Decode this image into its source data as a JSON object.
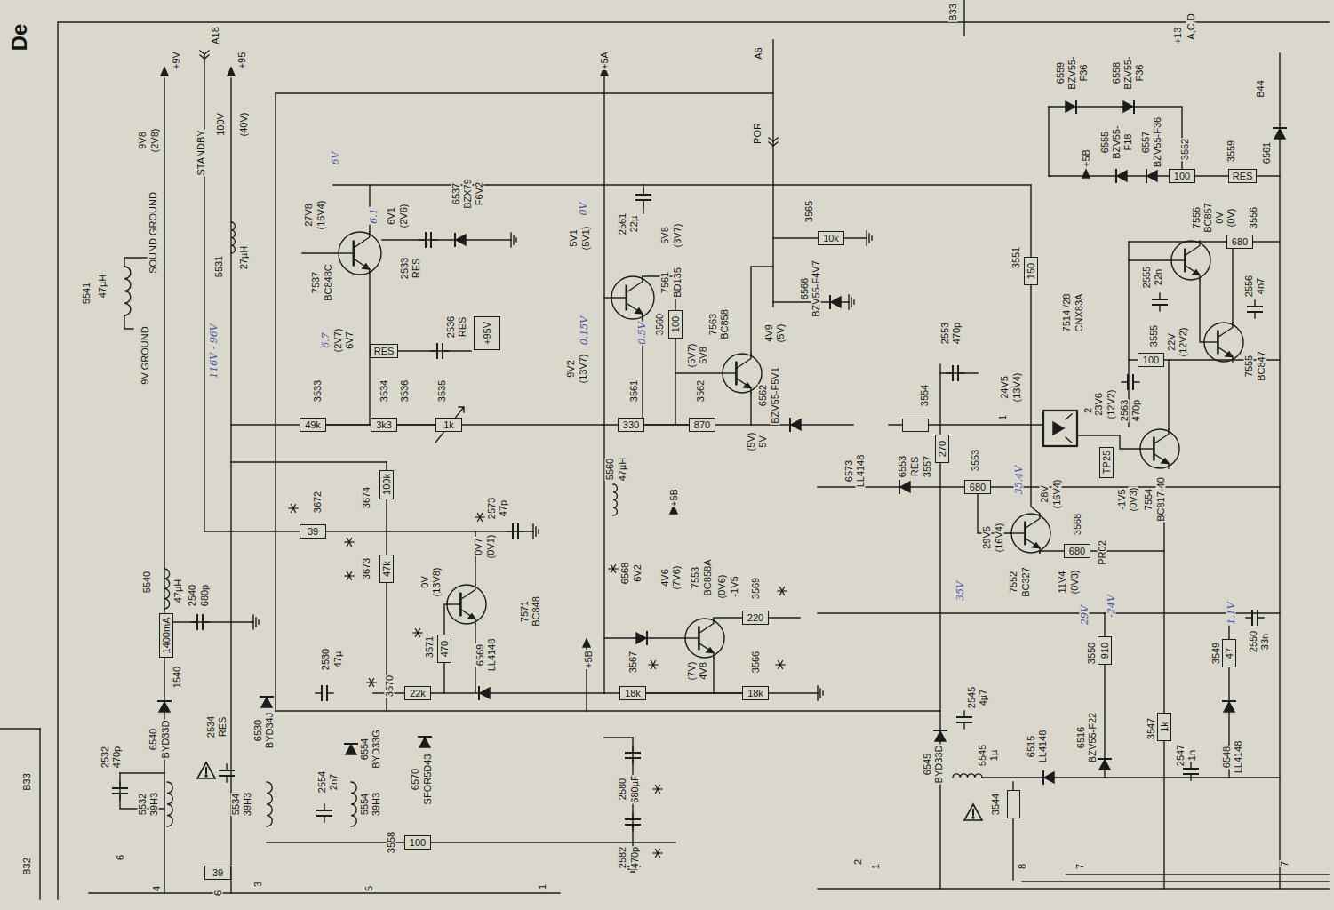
{
  "diagram": {
    "nodes": [
      {
        "text": [
          "+95V"
        ]
      },
      {
        "text": [
          "3533",
          "49k"
        ]
      },
      {
        "text": [
          "3534",
          "3k3"
        ]
      },
      {
        "text": [
          "3536",
          "RES"
        ]
      },
      {
        "text": [
          "3535",
          "1k"
        ]
      },
      {
        "text": [
          "3672",
          "39"
        ]
      },
      {
        "text": [
          "3674",
          "100k"
        ]
      },
      {
        "text": [
          "3673",
          "47k"
        ]
      },
      {
        "text": [
          "1540",
          "1400mA"
        ]
      },
      {
        "text": [
          "3571",
          "470"
        ]
      },
      {
        "text": [
          "3570",
          "22k"
        ]
      },
      {
        "text": [
          "3558",
          "100"
        ]
      },
      {
        "text": [
          "39"
        ]
      },
      {
        "text": [
          "3561",
          "330"
        ]
      },
      {
        "text": [
          "3562",
          "870"
        ]
      },
      {
        "text": [
          "3560",
          "100"
        ]
      },
      {
        "text": [
          "3565",
          "10k"
        ]
      },
      {
        "text": [
          "3569",
          "220"
        ]
      },
      {
        "text": [
          "3567",
          "18k"
        ]
      },
      {
        "text": [
          "3566",
          "18k"
        ]
      },
      {
        "text": [
          "3551",
          "150"
        ]
      },
      {
        "text": [
          "3554"
        ]
      },
      {
        "text": [
          "3557",
          "270"
        ]
      },
      {
        "text": [
          "3553",
          "680"
        ]
      },
      {
        "text": [
          "3568",
          "680"
        ]
      },
      {
        "text": [
          "TP25"
        ]
      },
      {
        "text": [
          "3550",
          "910"
        ]
      },
      {
        "text": [
          "3547",
          "1k"
        ]
      },
      {
        "text": [
          "3549",
          "47"
        ]
      },
      {
        "text": [
          "3555",
          "100"
        ]
      },
      {
        "text": [
          "3552",
          "100"
        ]
      },
      {
        "text": [
          "3559",
          "RES"
        ]
      },
      {
        "text": [
          "3556",
          "680"
        ]
      },
      {
        "text": [
          "3544"
        ]
      }
    ],
    "edges": [
      {
        "from": 1,
        "to": 2,
        "arrow": "none"
      },
      {
        "from": 2,
        "to": 4,
        "arrow": "none"
      },
      {
        "from": 13,
        "to": 14,
        "arrow": "none"
      },
      {
        "from": 18,
        "to": 19,
        "arrow": "none"
      }
    ],
    "labels": [
      "De",
      "B33",
      "B32",
      "+9V",
      "9V8",
      "(2V8)",
      "A18",
      "STANDBY",
      "+95",
      "100V",
      "(40V)",
      "5541",
      "47µH",
      "9V GROUND",
      "SOUND GROUND",
      "5531",
      "27µH",
      "27V8",
      "(16V4)",
      "7537",
      "BC848C",
      "6V",
      "6.1",
      "6V1",
      "(2V6)",
      "2533",
      "RES",
      "6537",
      "BZX79",
      "F6V2",
      "6V7",
      "(2V7)",
      "6.7",
      "2536",
      "RES",
      "116V - 96V",
      "5540",
      "47µH",
      "2540",
      "680p",
      "2532",
      "470p",
      "6540",
      "BYD33D",
      "5532",
      "39H3",
      "2534",
      "RES",
      "6530",
      "BYD34J",
      "5534",
      "39H3",
      "2530",
      "47µ",
      "2554",
      "2n7",
      "6554",
      "BYD33G",
      "5554",
      "39H3",
      "6570",
      "SFOR5D43",
      "2580",
      "680µF",
      "2582",
      "470p",
      "6569",
      "LL4148",
      "7571",
      "BC848",
      "0V7",
      "(0V1)",
      "0V",
      "(13V8)",
      "2573",
      "47p",
      "+5B",
      "6",
      "4",
      "6",
      "3",
      "5",
      "1",
      "2",
      "1",
      "8",
      "7",
      "7",
      "+5A",
      "A6",
      "POR",
      "9V2",
      "(13V7)",
      "0.15V",
      "5V1",
      "(5V1)",
      "0V",
      "2561",
      "22µ",
      "7561",
      "BD135",
      "5V8",
      "(3V7)",
      "0.5V",
      "(5V7)",
      "5V8",
      "7563",
      "BC858",
      "4V9",
      "(5V)",
      "6562",
      "BZV55-F5V1",
      "(5V)",
      "5V",
      "6566",
      "BZV55-F4V7",
      "5560",
      "47µH",
      "+5B",
      "6568",
      "6V2",
      "4V6",
      "(7V6)",
      "7553",
      "BC858A",
      "(0V6)",
      "-1V5",
      "(7V)",
      "4V8",
      "B33",
      "+13",
      "A,C,D",
      "B44",
      "6559",
      "BZV55-",
      "F36",
      "6558",
      "BZV55-",
      "F36",
      "+5B",
      "6555",
      "BZV55-",
      "F18",
      "6557",
      "BZV55-F36",
      "6561",
      "7556",
      "BC857",
      "0V",
      "(0V)",
      "2555",
      "22n",
      "2556",
      "4n7",
      "7555",
      "BC847",
      "22V",
      "(12V2)",
      "2563",
      "470p",
      "7514 /28",
      "CNX83A",
      "1",
      "24V5",
      "(13V4)",
      "2",
      "23V6",
      "(12V2)",
      "-1V5",
      "(0V3)",
      "7554",
      "BC817-40",
      "6573",
      "LL4148",
      "6553",
      "RES",
      "28V",
      "(16V4)",
      "35.4V",
      "29V5",
      "(16V4)",
      "7552",
      "BC327",
      "11V4",
      "(0V3)",
      "PR02",
      "35V",
      "29V",
      "-24V",
      "2550",
      "33n",
      "1.1V",
      "2545",
      "4µ7",
      "6545",
      "BYD33D",
      "5545",
      "1µ",
      "6515",
      "LL4148",
      "6516",
      "BZV55-F22",
      "2547",
      "1n",
      "6548",
      "LL4148",
      "2553",
      "470p"
    ]
  }
}
